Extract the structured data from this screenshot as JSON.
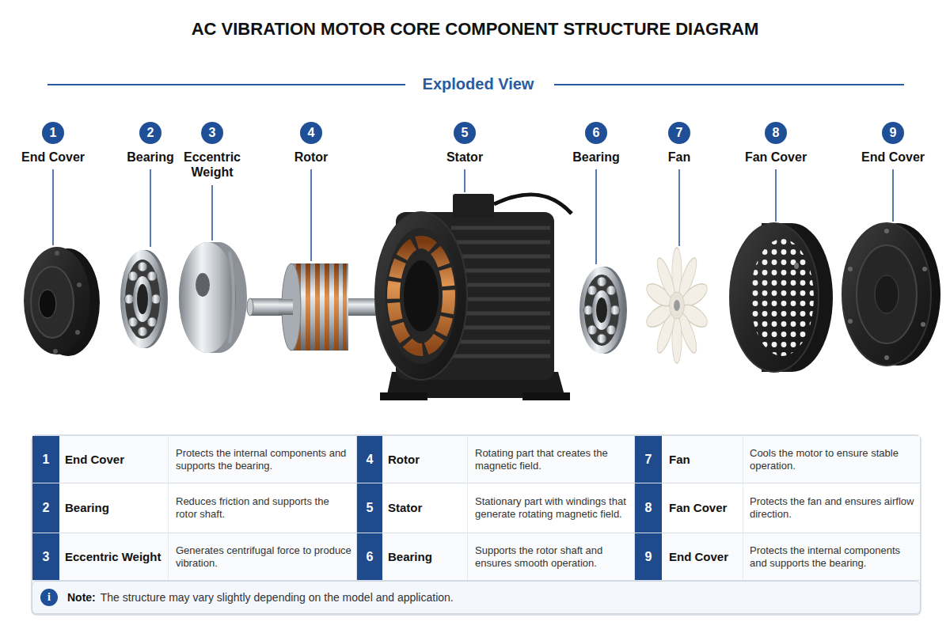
{
  "diagram": {
    "title": "AC VIBRATION MOTOR CORE COMPONENT STRUCTURE DIAGRAM",
    "nodes": [
      {
        "text": [
          "1",
          "End Cover"
        ]
      },
      {
        "text": [
          "2",
          "Bearing"
        ]
      },
      {
        "text": [
          "3",
          "Eccentric Weight"
        ]
      },
      {
        "text": [
          "4",
          "Rotor"
        ]
      },
      {
        "text": [
          "5",
          "Stator"
        ]
      },
      {
        "text": [
          "6",
          "Bearing"
        ]
      },
      {
        "text": [
          "7",
          "Fan"
        ]
      },
      {
        "text": [
          "8",
          "Fan Cover"
        ]
      },
      {
        "text": [
          "9",
          "End Cover"
        ]
      },
      {
        "text": [
          "1"
        ]
      },
      {
        "text": [
          "4"
        ]
      },
      {
        "text": [
          "7"
        ]
      },
      {
        "text": [
          "2"
        ]
      },
      {
        "text": [
          "5"
        ]
      },
      {
        "text": [
          "8"
        ]
      },
      {
        "text": [
          "3"
        ]
      },
      {
        "text": [
          "6"
        ]
      },
      {
        "text": [
          "9"
        ]
      },
      {
        "text": [
          "Note:",
          "The structure may vary slightly depending on the model and application."
        ]
      },
      {
        "text": [
          "i"
        ],
        "in": 18
      }
    ],
    "labels": [
      "Exploded View",
      "End Cover",
      "Protects the internal components and supports the bearing.",
      "Rotor",
      "Rotating part that creates the magnetic field.",
      "Fan",
      "Cools the motor to ensure stable operation.",
      "Bearing",
      "Reduces friction and supports the rotor shaft.",
      "Stator",
      "Stationary part with windings that generate rotating magnetic field.",
      "Fan Cover",
      "Protects the fan and ensures airflow direction.",
      "Eccentric Weight",
      "Generates centrifugal force to produce vibration.",
      "Bearing",
      "Supports the rotor shaft and ensures smooth operation.",
      "End Cover",
      "Protects the internal components and supports the bearing."
    ]
  }
}
